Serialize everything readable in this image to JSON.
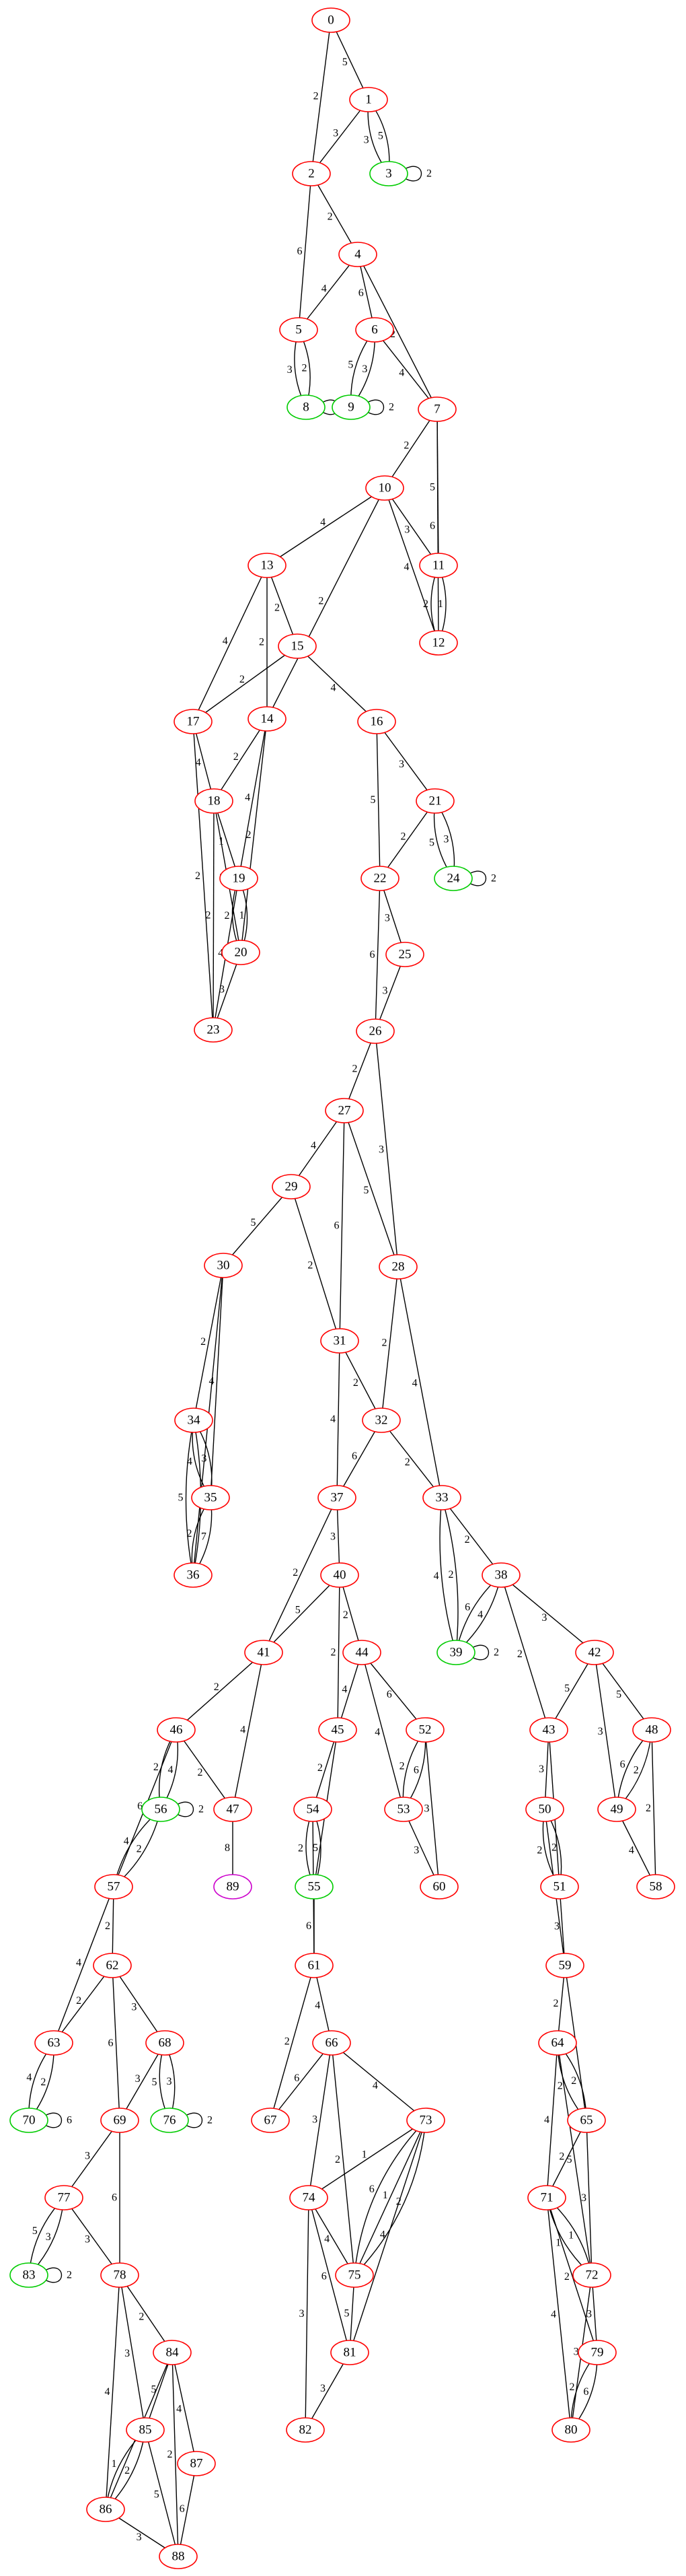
{
  "colors": {
    "default": "#ff0000",
    "terminal": "#00cc00",
    "sink": "#cc00cc"
  },
  "nodes": [
    {
      "id": "0",
      "c": "default"
    },
    {
      "id": "1",
      "c": "default"
    },
    {
      "id": "2",
      "c": "default"
    },
    {
      "id": "3",
      "c": "terminal"
    },
    {
      "id": "4",
      "c": "default"
    },
    {
      "id": "5",
      "c": "default"
    },
    {
      "id": "6",
      "c": "default"
    },
    {
      "id": "7",
      "c": "default"
    },
    {
      "id": "8",
      "c": "terminal"
    },
    {
      "id": "9",
      "c": "terminal"
    },
    {
      "id": "10",
      "c": "default"
    },
    {
      "id": "11",
      "c": "default"
    },
    {
      "id": "12",
      "c": "default"
    },
    {
      "id": "13",
      "c": "default"
    },
    {
      "id": "14",
      "c": "default"
    },
    {
      "id": "15",
      "c": "default"
    },
    {
      "id": "16",
      "c": "default"
    },
    {
      "id": "17",
      "c": "default"
    },
    {
      "id": "18",
      "c": "default"
    },
    {
      "id": "19",
      "c": "default"
    },
    {
      "id": "20",
      "c": "default"
    },
    {
      "id": "21",
      "c": "default"
    },
    {
      "id": "22",
      "c": "default"
    },
    {
      "id": "23",
      "c": "default"
    },
    {
      "id": "24",
      "c": "terminal"
    },
    {
      "id": "25",
      "c": "default"
    },
    {
      "id": "26",
      "c": "default"
    },
    {
      "id": "27",
      "c": "default"
    },
    {
      "id": "28",
      "c": "default"
    },
    {
      "id": "29",
      "c": "default"
    },
    {
      "id": "30",
      "c": "default"
    },
    {
      "id": "31",
      "c": "default"
    },
    {
      "id": "32",
      "c": "default"
    },
    {
      "id": "33",
      "c": "default"
    },
    {
      "id": "34",
      "c": "default"
    },
    {
      "id": "35",
      "c": "default"
    },
    {
      "id": "36",
      "c": "default"
    },
    {
      "id": "37",
      "c": "default"
    },
    {
      "id": "38",
      "c": "default"
    },
    {
      "id": "39",
      "c": "terminal"
    },
    {
      "id": "40",
      "c": "default"
    },
    {
      "id": "41",
      "c": "default"
    },
    {
      "id": "42",
      "c": "default"
    },
    {
      "id": "43",
      "c": "default"
    },
    {
      "id": "44",
      "c": "default"
    },
    {
      "id": "45",
      "c": "default"
    },
    {
      "id": "46",
      "c": "default"
    },
    {
      "id": "47",
      "c": "default"
    },
    {
      "id": "48",
      "c": "default"
    },
    {
      "id": "49",
      "c": "default"
    },
    {
      "id": "50",
      "c": "default"
    },
    {
      "id": "51",
      "c": "default"
    },
    {
      "id": "52",
      "c": "default"
    },
    {
      "id": "53",
      "c": "default"
    },
    {
      "id": "54",
      "c": "default"
    },
    {
      "id": "55",
      "c": "terminal"
    },
    {
      "id": "56",
      "c": "terminal"
    },
    {
      "id": "57",
      "c": "default"
    },
    {
      "id": "58",
      "c": "default"
    },
    {
      "id": "59",
      "c": "default"
    },
    {
      "id": "60",
      "c": "default"
    },
    {
      "id": "61",
      "c": "default"
    },
    {
      "id": "62",
      "c": "default"
    },
    {
      "id": "63",
      "c": "default"
    },
    {
      "id": "64",
      "c": "default"
    },
    {
      "id": "65",
      "c": "default"
    },
    {
      "id": "66",
      "c": "default"
    },
    {
      "id": "67",
      "c": "default"
    },
    {
      "id": "68",
      "c": "default"
    },
    {
      "id": "69",
      "c": "default"
    },
    {
      "id": "70",
      "c": "terminal"
    },
    {
      "id": "71",
      "c": "default"
    },
    {
      "id": "72",
      "c": "default"
    },
    {
      "id": "73",
      "c": "default"
    },
    {
      "id": "74",
      "c": "default"
    },
    {
      "id": "75",
      "c": "default"
    },
    {
      "id": "76",
      "c": "terminal"
    },
    {
      "id": "77",
      "c": "default"
    },
    {
      "id": "78",
      "c": "default"
    },
    {
      "id": "79",
      "c": "default"
    },
    {
      "id": "80",
      "c": "default"
    },
    {
      "id": "81",
      "c": "default"
    },
    {
      "id": "82",
      "c": "default"
    },
    {
      "id": "83",
      "c": "terminal"
    },
    {
      "id": "84",
      "c": "default"
    },
    {
      "id": "85",
      "c": "default"
    },
    {
      "id": "86",
      "c": "default"
    },
    {
      "id": "87",
      "c": "default"
    },
    {
      "id": "88",
      "c": "default"
    },
    {
      "id": "89",
      "c": "sink"
    }
  ],
  "edges": [
    {
      "s": "0",
      "t": "1",
      "w": "5"
    },
    {
      "s": "0",
      "t": "2",
      "w": "2"
    },
    {
      "s": "1",
      "t": "2",
      "w": "3"
    },
    {
      "s": "1",
      "t": "3",
      "w": "5"
    },
    {
      "s": "1",
      "t": "3",
      "w": "3"
    },
    {
      "s": "3",
      "t": "3",
      "w": "2"
    },
    {
      "s": "2",
      "t": "4",
      "w": "2"
    },
    {
      "s": "2",
      "t": "5",
      "w": "6"
    },
    {
      "s": "4",
      "t": "5",
      "w": "4"
    },
    {
      "s": "4",
      "t": "6",
      "w": "6"
    },
    {
      "s": "4",
      "t": "7",
      "w": "2"
    },
    {
      "s": "5",
      "t": "8",
      "w": "2"
    },
    {
      "s": "5",
      "t": "8",
      "w": "3"
    },
    {
      "s": "8",
      "t": "8",
      "w": "2"
    },
    {
      "s": "6",
      "t": "9",
      "w": "3"
    },
    {
      "s": "6",
      "t": "9",
      "w": "5"
    },
    {
      "s": "9",
      "t": "9",
      "w": "2"
    },
    {
      "s": "6",
      "t": "7",
      "w": "4"
    },
    {
      "s": "7",
      "t": "10",
      "w": "2"
    },
    {
      "s": "7",
      "t": "11",
      "w": "5"
    },
    {
      "s": "7",
      "t": "12",
      "w": "6"
    },
    {
      "s": "10",
      "t": "11",
      "w": "3"
    },
    {
      "s": "10",
      "t": "12",
      "w": "4"
    },
    {
      "s": "10",
      "t": "13",
      "w": "4"
    },
    {
      "s": "10",
      "t": "14",
      "w": "2"
    },
    {
      "s": "11",
      "t": "12",
      "w": "1"
    },
    {
      "s": "11",
      "t": "12",
      "w": "2"
    },
    {
      "s": "13",
      "t": "15",
      "w": "2"
    },
    {
      "s": "13",
      "t": "14",
      "w": "2"
    },
    {
      "s": "13",
      "t": "17",
      "w": "4"
    },
    {
      "s": "15",
      "t": "17",
      "w": "2"
    },
    {
      "s": "15",
      "t": "16",
      "w": "4"
    },
    {
      "s": "16",
      "t": "21",
      "w": "3"
    },
    {
      "s": "16",
      "t": "22",
      "w": "5"
    },
    {
      "s": "17",
      "t": "18",
      "w": "4"
    },
    {
      "s": "17",
      "t": "23",
      "w": "2"
    },
    {
      "s": "14",
      "t": "18",
      "w": "2"
    },
    {
      "s": "14",
      "t": "19",
      "w": "4"
    },
    {
      "s": "14",
      "t": "20",
      "w": "2"
    },
    {
      "s": "18",
      "t": "19",
      "w": "1"
    },
    {
      "s": "18",
      "t": "20",
      "w": "3"
    },
    {
      "s": "18",
      "t": "23",
      "w": "2"
    },
    {
      "s": "19",
      "t": "20",
      "w": "1"
    },
    {
      "s": "19",
      "t": "20",
      "w": "2"
    },
    {
      "s": "19",
      "t": "23",
      "w": "4"
    },
    {
      "s": "20",
      "t": "23",
      "w": "3"
    },
    {
      "s": "21",
      "t": "22",
      "w": "2"
    },
    {
      "s": "21",
      "t": "24",
      "w": "3"
    },
    {
      "s": "21",
      "t": "24",
      "w": "5"
    },
    {
      "s": "24",
      "t": "24",
      "w": "2"
    },
    {
      "s": "22",
      "t": "25",
      "w": "3"
    },
    {
      "s": "22",
      "t": "26",
      "w": "6"
    },
    {
      "s": "25",
      "t": "26",
      "w": "3"
    },
    {
      "s": "26",
      "t": "27",
      "w": "2"
    },
    {
      "s": "26",
      "t": "28",
      "w": "3"
    },
    {
      "s": "27",
      "t": "29",
      "w": "4"
    },
    {
      "s": "27",
      "t": "31",
      "w": "6"
    },
    {
      "s": "27",
      "t": "28",
      "w": "5"
    },
    {
      "s": "29",
      "t": "30",
      "w": "5"
    },
    {
      "s": "29",
      "t": "31",
      "w": "2"
    },
    {
      "s": "28",
      "t": "32",
      "w": "2"
    },
    {
      "s": "28",
      "t": "33",
      "w": "4"
    },
    {
      "s": "31",
      "t": "32",
      "w": "2"
    },
    {
      "s": "31",
      "t": "37",
      "w": "4"
    },
    {
      "s": "30",
      "t": "34",
      "w": "2"
    },
    {
      "s": "30",
      "t": "35",
      "w": "4"
    },
    {
      "s": "30",
      "t": "36",
      "w": "3"
    },
    {
      "s": "34",
      "t": "35",
      "w": "3"
    },
    {
      "s": "34",
      "t": "35",
      "w": "4"
    },
    {
      "s": "34",
      "t": "36",
      "w": "3"
    },
    {
      "s": "34",
      "t": "36",
      "w": "5"
    },
    {
      "s": "35",
      "t": "36",
      "w": "7"
    },
    {
      "s": "35",
      "t": "36",
      "w": "2"
    },
    {
      "s": "32",
      "t": "37",
      "w": "6"
    },
    {
      "s": "32",
      "t": "33",
      "w": "2"
    },
    {
      "s": "33",
      "t": "38",
      "w": "2"
    },
    {
      "s": "33",
      "t": "39",
      "w": "2"
    },
    {
      "s": "33",
      "t": "39",
      "w": "4"
    },
    {
      "s": "38",
      "t": "39",
      "w": "4"
    },
    {
      "s": "38",
      "t": "39",
      "w": "6"
    },
    {
      "s": "39",
      "t": "39",
      "w": "2"
    },
    {
      "s": "38",
      "t": "42",
      "w": "3"
    },
    {
      "s": "38",
      "t": "43",
      "w": "2"
    },
    {
      "s": "37",
      "t": "40",
      "w": "3"
    },
    {
      "s": "37",
      "t": "41",
      "w": "2"
    },
    {
      "s": "40",
      "t": "41",
      "w": "5"
    },
    {
      "s": "40",
      "t": "44",
      "w": "2"
    },
    {
      "s": "40",
      "t": "45",
      "w": "2"
    },
    {
      "s": "41",
      "t": "46",
      "w": "2"
    },
    {
      "s": "41",
      "t": "47",
      "w": "4"
    },
    {
      "s": "42",
      "t": "43",
      "w": "5"
    },
    {
      "s": "42",
      "t": "48",
      "w": "5"
    },
    {
      "s": "42",
      "t": "49",
      "w": "3"
    },
    {
      "s": "44",
      "t": "45",
      "w": "4"
    },
    {
      "s": "44",
      "t": "52",
      "w": "6"
    },
    {
      "s": "44",
      "t": "53",
      "w": "4"
    },
    {
      "s": "46",
      "t": "56",
      "w": "4"
    },
    {
      "s": "46",
      "t": "56",
      "w": "2"
    },
    {
      "s": "56",
      "t": "56",
      "w": "2"
    },
    {
      "s": "46",
      "t": "47",
      "w": "2"
    },
    {
      "s": "46",
      "t": "57",
      "w": "6"
    },
    {
      "s": "56",
      "t": "57",
      "w": "2"
    },
    {
      "s": "56",
      "t": "57",
      "w": "4"
    },
    {
      "s": "47",
      "t": "89",
      "w": "8"
    },
    {
      "s": "45",
      "t": "54",
      "w": "2"
    },
    {
      "s": "45",
      "t": "55",
      "w": "3"
    },
    {
      "s": "52",
      "t": "53",
      "w": "6"
    },
    {
      "s": "52",
      "t": "53",
      "w": "2"
    },
    {
      "s": "52",
      "t": "60",
      "w": "3"
    },
    {
      "s": "53",
      "t": "60",
      "w": "3"
    },
    {
      "s": "43",
      "t": "50",
      "w": "3"
    },
    {
      "s": "43",
      "t": "51",
      "w": "5"
    },
    {
      "s": "48",
      "t": "49",
      "w": "2"
    },
    {
      "s": "48",
      "t": "49",
      "w": "6"
    },
    {
      "s": "48",
      "t": "58",
      "w": "2"
    },
    {
      "s": "49",
      "t": "58",
      "w": "4"
    },
    {
      "s": "54",
      "t": "55",
      "w": "5"
    },
    {
      "s": "54",
      "t": "55",
      "w": "2"
    },
    {
      "s": "54",
      "t": "61",
      "w": "4"
    },
    {
      "s": "55",
      "t": "61",
      "w": "6"
    },
    {
      "s": "50",
      "t": "51",
      "w": "2"
    },
    {
      "s": "50",
      "t": "51",
      "w": "2"
    },
    {
      "s": "50",
      "t": "59",
      "w": "5"
    },
    {
      "s": "51",
      "t": "59",
      "w": "3"
    },
    {
      "s": "57",
      "t": "62",
      "w": "2"
    },
    {
      "s": "57",
      "t": "63",
      "w": "4"
    },
    {
      "s": "62",
      "t": "63",
      "w": "2"
    },
    {
      "s": "62",
      "t": "68",
      "w": "3"
    },
    {
      "s": "62",
      "t": "69",
      "w": "6"
    },
    {
      "s": "63",
      "t": "70",
      "w": "2"
    },
    {
      "s": "63",
      "t": "70",
      "w": "4"
    },
    {
      "s": "70",
      "t": "70",
      "w": "6"
    },
    {
      "s": "68",
      "t": "69",
      "w": "3"
    },
    {
      "s": "68",
      "t": "76",
      "w": "3"
    },
    {
      "s": "68",
      "t": "76",
      "w": "5"
    },
    {
      "s": "76",
      "t": "76",
      "w": "2"
    },
    {
      "s": "69",
      "t": "77",
      "w": "3"
    },
    {
      "s": "69",
      "t": "78",
      "w": "6"
    },
    {
      "s": "77",
      "t": "83",
      "w": "3"
    },
    {
      "s": "77",
      "t": "83",
      "w": "5"
    },
    {
      "s": "83",
      "t": "83",
      "w": "2"
    },
    {
      "s": "77",
      "t": "78",
      "w": "3"
    },
    {
      "s": "78",
      "t": "84",
      "w": "2"
    },
    {
      "s": "78",
      "t": "85",
      "w": "3"
    },
    {
      "s": "78",
      "t": "86",
      "w": "4"
    },
    {
      "s": "84",
      "t": "85",
      "w": "5"
    },
    {
      "s": "84",
      "t": "86",
      "w": "6"
    },
    {
      "s": "84",
      "t": "87",
      "w": "4"
    },
    {
      "s": "84",
      "t": "88",
      "w": "2"
    },
    {
      "s": "85",
      "t": "86",
      "w": "2"
    },
    {
      "s": "85",
      "t": "86",
      "w": "1"
    },
    {
      "s": "85",
      "t": "88",
      "w": "5"
    },
    {
      "s": "86",
      "t": "88",
      "w": "3"
    },
    {
      "s": "87",
      "t": "88",
      "w": "6"
    },
    {
      "s": "61",
      "t": "66",
      "w": "4"
    },
    {
      "s": "61",
      "t": "67",
      "w": "2"
    },
    {
      "s": "66",
      "t": "67",
      "w": "6"
    },
    {
      "s": "66",
      "t": "73",
      "w": "4"
    },
    {
      "s": "66",
      "t": "74",
      "w": "3"
    },
    {
      "s": "66",
      "t": "75",
      "w": "2"
    },
    {
      "s": "73",
      "t": "74",
      "w": "1"
    },
    {
      "s": "73",
      "t": "75",
      "w": "2"
    },
    {
      "s": "73",
      "t": "75",
      "w": "1"
    },
    {
      "s": "73",
      "t": "75",
      "w": "6"
    },
    {
      "s": "73",
      "t": "81",
      "w": "4"
    },
    {
      "s": "74",
      "t": "75",
      "w": "4"
    },
    {
      "s": "74",
      "t": "81",
      "w": "6"
    },
    {
      "s": "74",
      "t": "82",
      "w": "3"
    },
    {
      "s": "75",
      "t": "81",
      "w": "5"
    },
    {
      "s": "81",
      "t": "82",
      "w": "3"
    },
    {
      "s": "59",
      "t": "64",
      "w": "2"
    },
    {
      "s": "59",
      "t": "65",
      "w": "4"
    },
    {
      "s": "64",
      "t": "65",
      "w": "2"
    },
    {
      "s": "64",
      "t": "65",
      "w": "2"
    },
    {
      "s": "64",
      "t": "71",
      "w": "4"
    },
    {
      "s": "64",
      "t": "72",
      "w": "5"
    },
    {
      "s": "65",
      "t": "71",
      "w": "2"
    },
    {
      "s": "65",
      "t": "72",
      "w": "3"
    },
    {
      "s": "71",
      "t": "72",
      "w": "1"
    },
    {
      "s": "71",
      "t": "72",
      "w": "1"
    },
    {
      "s": "71",
      "t": "79",
      "w": "2"
    },
    {
      "s": "71",
      "t": "80",
      "w": "4"
    },
    {
      "s": "72",
      "t": "79",
      "w": "3"
    },
    {
      "s": "72",
      "t": "80",
      "w": "3"
    },
    {
      "s": "79",
      "t": "80",
      "w": "6"
    },
    {
      "s": "79",
      "t": "80",
      "w": "2"
    }
  ]
}
